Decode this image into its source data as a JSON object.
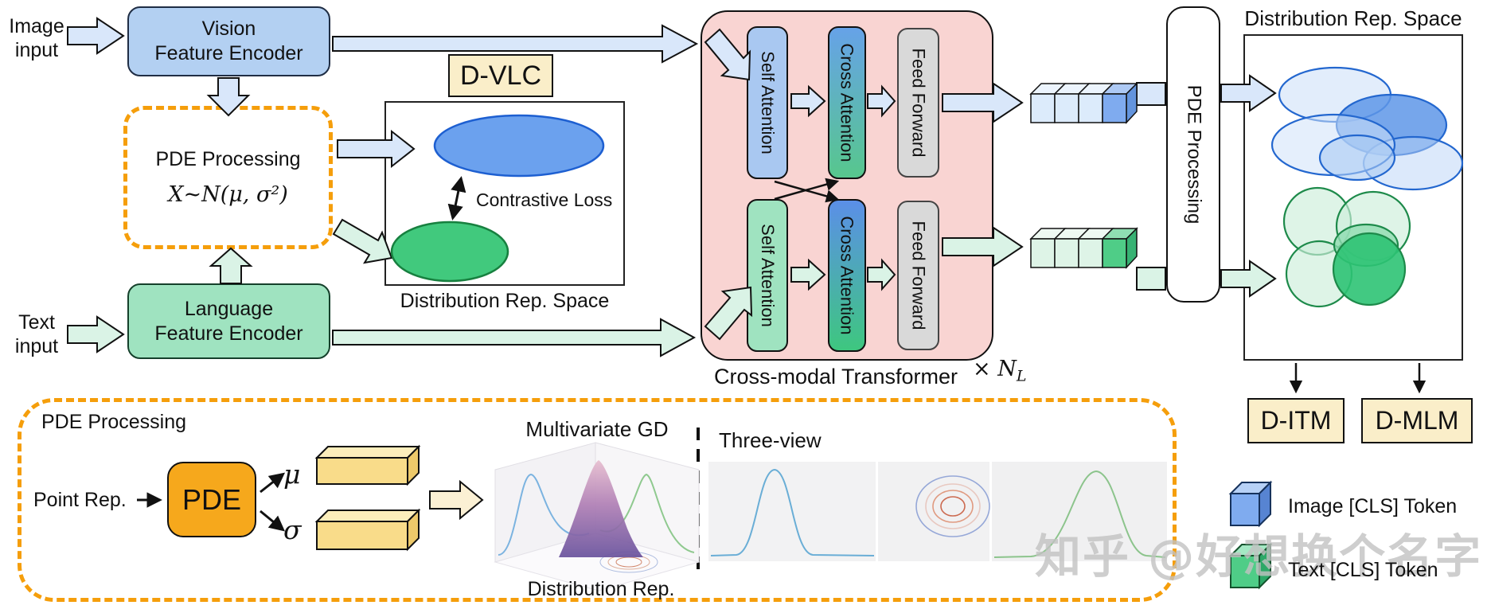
{
  "left": {
    "image_input_1": "Image",
    "image_input_2": "input",
    "text_input_1": "Text",
    "text_input_2": "input",
    "vision_encoder_1": "Vision",
    "vision_encoder_2": "Feature Encoder",
    "language_encoder_1": "Language",
    "language_encoder_2": "Feature Encoder",
    "pde_box_title": "PDE Processing",
    "pde_box_formula": "X~N(μ, σ²)"
  },
  "center": {
    "dvlc": "D-VLC",
    "contrastive_loss": "Contrastive Loss",
    "space_caption": "Distribution Rep. Space"
  },
  "transformer": {
    "image_stream": {
      "self_attention": "Self Attention",
      "cross_attention": "Cross Attention",
      "feed_forward": "Feed Forward"
    },
    "text_stream": {
      "self_attention": "Self Attention",
      "cross_attention": "Cross Attention",
      "feed_forward": "Feed Forward"
    },
    "caption": "Cross-modal Transformer",
    "repeat_prefix": "× N",
    "repeat_sub": "L"
  },
  "pde_column": {
    "label": "PDE Processing"
  },
  "right": {
    "space_title": "Distribution Rep. Space",
    "ditm": "D-ITM",
    "dmlm": "D-MLM"
  },
  "legend": {
    "image_cls": "Image [CLS] Token",
    "text_cls": "Text [CLS] Token"
  },
  "bottom": {
    "title": "PDE Processing",
    "point_rep": "Point Rep.",
    "pde": "PDE",
    "mu": "μ",
    "sigma": "σ",
    "multivariate_gd": "Multivariate GD",
    "distribution_rep": "Distribution Rep.",
    "three_view": "Three-view"
  },
  "watermark": "知乎 @好想换个名字",
  "colors": {
    "orange_dash": "#F59E0B",
    "blue_box": "#B3D0F2",
    "green_box": "#9FE3C0",
    "blue_arrow": "#D9E7FA",
    "green_arrow": "#DAF3E6",
    "pink_box": "#F9D4D2",
    "cream_box": "#FAEEC9",
    "pde_orange": "#F6A81C",
    "blue_ellipse": "#6BA1EE",
    "green_ellipse": "#41C97D",
    "gray_box": "#D9D9D9"
  }
}
